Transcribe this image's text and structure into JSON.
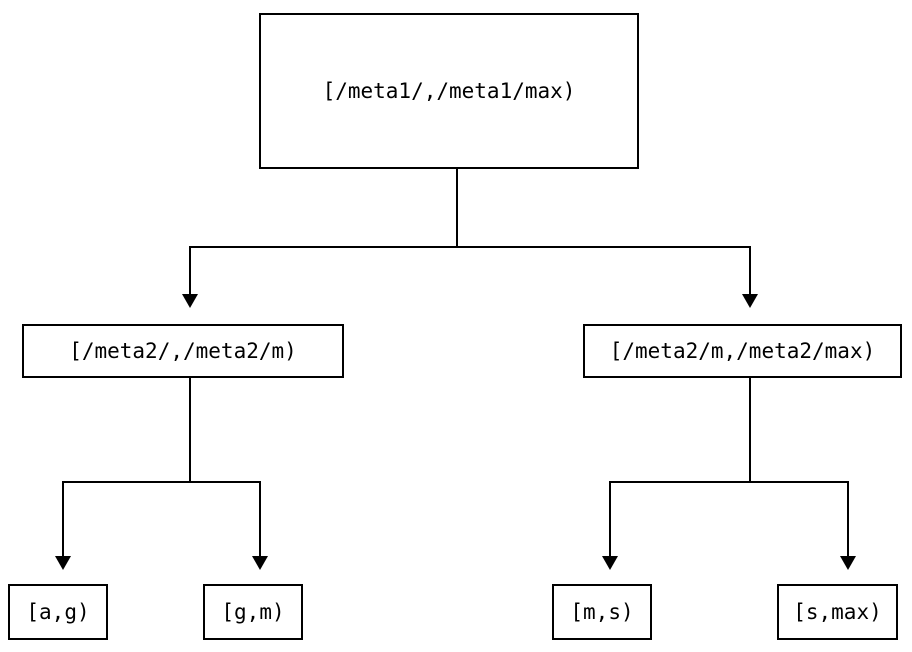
{
  "canvas": {
    "background_color": "#ffffff",
    "line_color": "#000000",
    "text_color": "#000000"
  },
  "tree": {
    "root": {
      "label": "[/meta1/,/meta1/max)"
    },
    "level2": [
      {
        "label": "[/meta2/,/meta2/m)"
      },
      {
        "label": "[/meta2/m,/meta2/max)"
      }
    ],
    "leaves": [
      {
        "label": "[a,g)"
      },
      {
        "label": "[g,m)"
      },
      {
        "label": "[m,s)"
      },
      {
        "label": "[s,max)"
      }
    ]
  }
}
